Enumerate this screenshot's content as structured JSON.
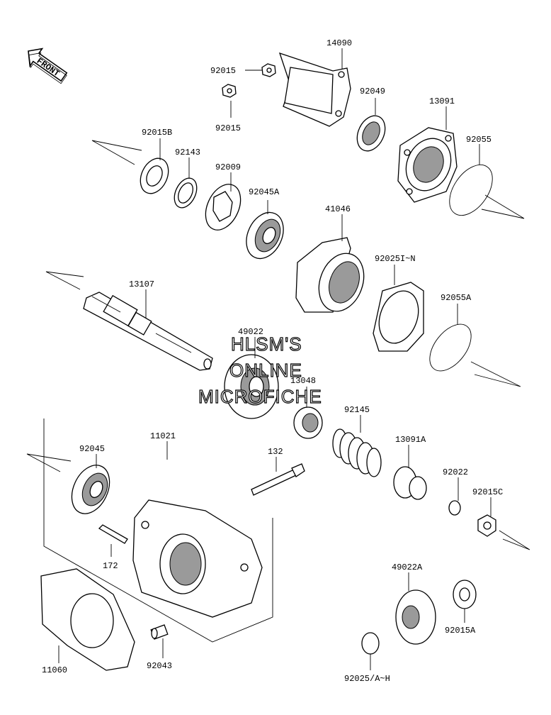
{
  "front_badge": "FRONT",
  "watermark": [
    "HLSM'S",
    "ONLINE",
    "MICROFICHE"
  ],
  "parts": [
    {
      "id": "14090"
    },
    {
      "id": "92015"
    },
    {
      "id": "92015"
    },
    {
      "id": "92049"
    },
    {
      "id": "13091"
    },
    {
      "id": "92015B"
    },
    {
      "id": "92143"
    },
    {
      "id": "92009"
    },
    {
      "id": "92045A"
    },
    {
      "id": "41046"
    },
    {
      "id": "92055"
    },
    {
      "id": "92025I~N"
    },
    {
      "id": "92055A"
    },
    {
      "id": "13107"
    },
    {
      "id": "49022"
    },
    {
      "id": "13048"
    },
    {
      "id": "92145"
    },
    {
      "id": "13091A"
    },
    {
      "id": "11021"
    },
    {
      "id": "132"
    },
    {
      "id": "92045"
    },
    {
      "id": "92022"
    },
    {
      "id": "92015C"
    },
    {
      "id": "172"
    },
    {
      "id": "49022A"
    },
    {
      "id": "92015A"
    },
    {
      "id": "11060"
    },
    {
      "id": "92043"
    },
    {
      "id": "92025/A~H"
    }
  ]
}
